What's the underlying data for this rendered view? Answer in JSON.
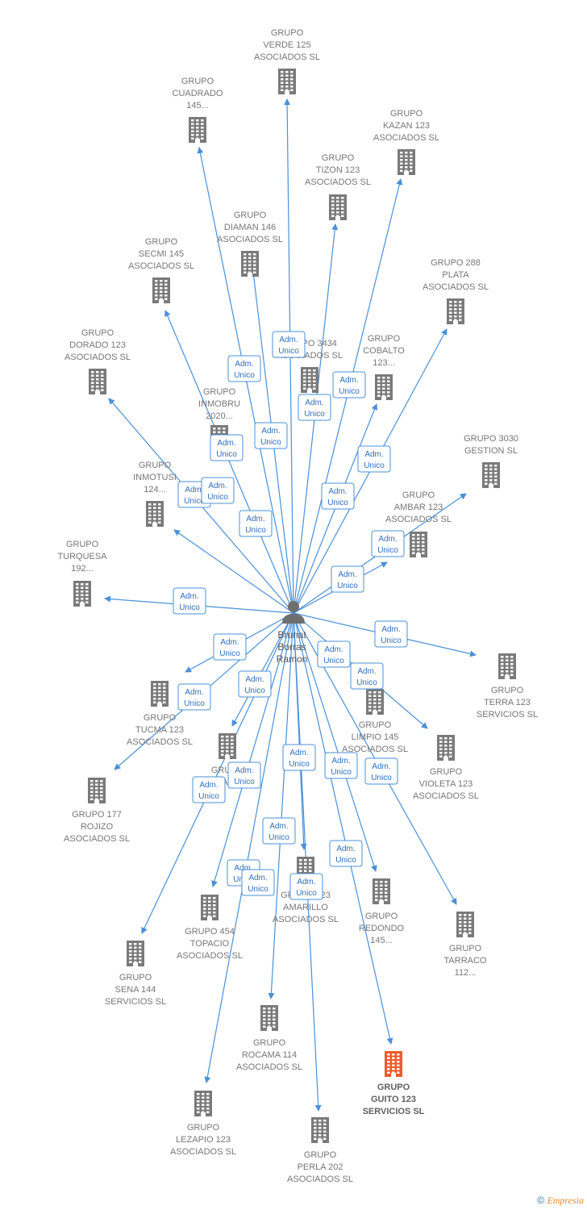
{
  "center": {
    "name_lines": [
      "Brunat",
      "Borras",
      "Ramon"
    ]
  },
  "edge_label": [
    "Adm.",
    "Unico"
  ],
  "colors": {
    "edge": "#4a90d9",
    "building": "#7a7a7a",
    "building_highlight": "#f05a28",
    "person": "#6f6f6f"
  },
  "companies": [
    {
      "id": "verde",
      "lines": [
        "GRUPO",
        "VERDE 125",
        "ASOCIADOS  SL"
      ]
    },
    {
      "id": "cuadrado",
      "lines": [
        "GRUPO",
        "CUADRADO",
        "145..."
      ]
    },
    {
      "id": "kazan",
      "lines": [
        "GRUPO",
        "KAZAN 123",
        "ASOCIADOS  SL"
      ]
    },
    {
      "id": "tizon",
      "lines": [
        "GRUPO",
        "TIZON 123",
        "ASOCIADOS  SL"
      ]
    },
    {
      "id": "diaman",
      "lines": [
        "GRUPO",
        "DIAMAN 146",
        "ASOCIADOS  SL"
      ]
    },
    {
      "id": "secmi",
      "lines": [
        "GRUPO",
        "SECMI 145",
        "ASOCIADOS  SL"
      ]
    },
    {
      "id": "plata",
      "lines": [
        "GRUPO 288",
        "PLATA",
        "ASOCIADOS  SL"
      ]
    },
    {
      "id": "dorado",
      "lines": [
        "GRUPO",
        "DORADO 123",
        "ASOCIADOS  SL"
      ]
    },
    {
      "id": "g3434",
      "lines": [
        "GRUPO 3434",
        "ASOCIADOS  SL"
      ]
    },
    {
      "id": "cobalto",
      "lines": [
        "GRUPO",
        "COBALTO",
        "123..."
      ]
    },
    {
      "id": "inmobru",
      "lines": [
        "GRUPO",
        "INMOBRU",
        "2020..."
      ]
    },
    {
      "id": "g3030",
      "lines": [
        "GRUPO 3030",
        "GESTION  SL"
      ]
    },
    {
      "id": "inmotusi",
      "lines": [
        "GRUPO",
        "INMOTUSI",
        "124..."
      ]
    },
    {
      "id": "ambar",
      "lines": [
        "GRUPO",
        "AMBAR 123",
        "ASOCIADOS  SL"
      ]
    },
    {
      "id": "turquesa",
      "lines": [
        "GRUPO",
        "TURQUESA",
        "192..."
      ]
    },
    {
      "id": "terra",
      "lines": [
        "GRUPO",
        "TERRA 123",
        "SERVICIOS  SL"
      ]
    },
    {
      "id": "tucma",
      "lines": [
        "GRUPO",
        "TUCMA 123",
        "ASOCIADOS  SL"
      ]
    },
    {
      "id": "limpio",
      "lines": [
        "GRUPO",
        "LIMPIO 145",
        "ASOCIADOS  SL"
      ]
    },
    {
      "id": "violeta",
      "lines": [
        "GRUPO",
        "VIOLETA 123",
        "ASOCIADOS  SL"
      ]
    },
    {
      "id": "hidden",
      "lines": [
        "GRUPO",
        "ASOCIADOS  SL"
      ]
    },
    {
      "id": "rojizo",
      "lines": [
        "GRUPO 177",
        "ROJIZO",
        "ASOCIADOS  SL"
      ]
    },
    {
      "id": "amarillo",
      "lines": [
        "GRUPO 123",
        "AMARILLO",
        "ASOCIADOS  SL"
      ]
    },
    {
      "id": "redondo",
      "lines": [
        "GRUPO",
        "REDONDO",
        "145..."
      ]
    },
    {
      "id": "tarraco",
      "lines": [
        "GRUPO",
        "TARRACO",
        "112..."
      ]
    },
    {
      "id": "topacio",
      "lines": [
        "GRUPO 454",
        "TOPACIO",
        "ASOCIADOS  SL"
      ]
    },
    {
      "id": "sena",
      "lines": [
        "GRUPO",
        "SENA 144",
        "SERVICIOS  SL"
      ]
    },
    {
      "id": "rocama",
      "lines": [
        "GRUPO",
        "ROCAMA 114",
        "ASOCIADOS  SL"
      ]
    },
    {
      "id": "guito",
      "lines": [
        "GRUPO",
        "GUITO 123",
        "SERVICIOS  SL"
      ],
      "highlight": true
    },
    {
      "id": "lezapio",
      "lines": [
        "GRUPO",
        "LEZAPIO 123",
        "ASOCIADOS  SL"
      ]
    },
    {
      "id": "perla",
      "lines": [
        "GRUPO",
        "PERLA 202",
        "ASOCIADOS  SL"
      ]
    }
  ],
  "footer": {
    "symbol": "©",
    "brand": "Empresia"
  }
}
